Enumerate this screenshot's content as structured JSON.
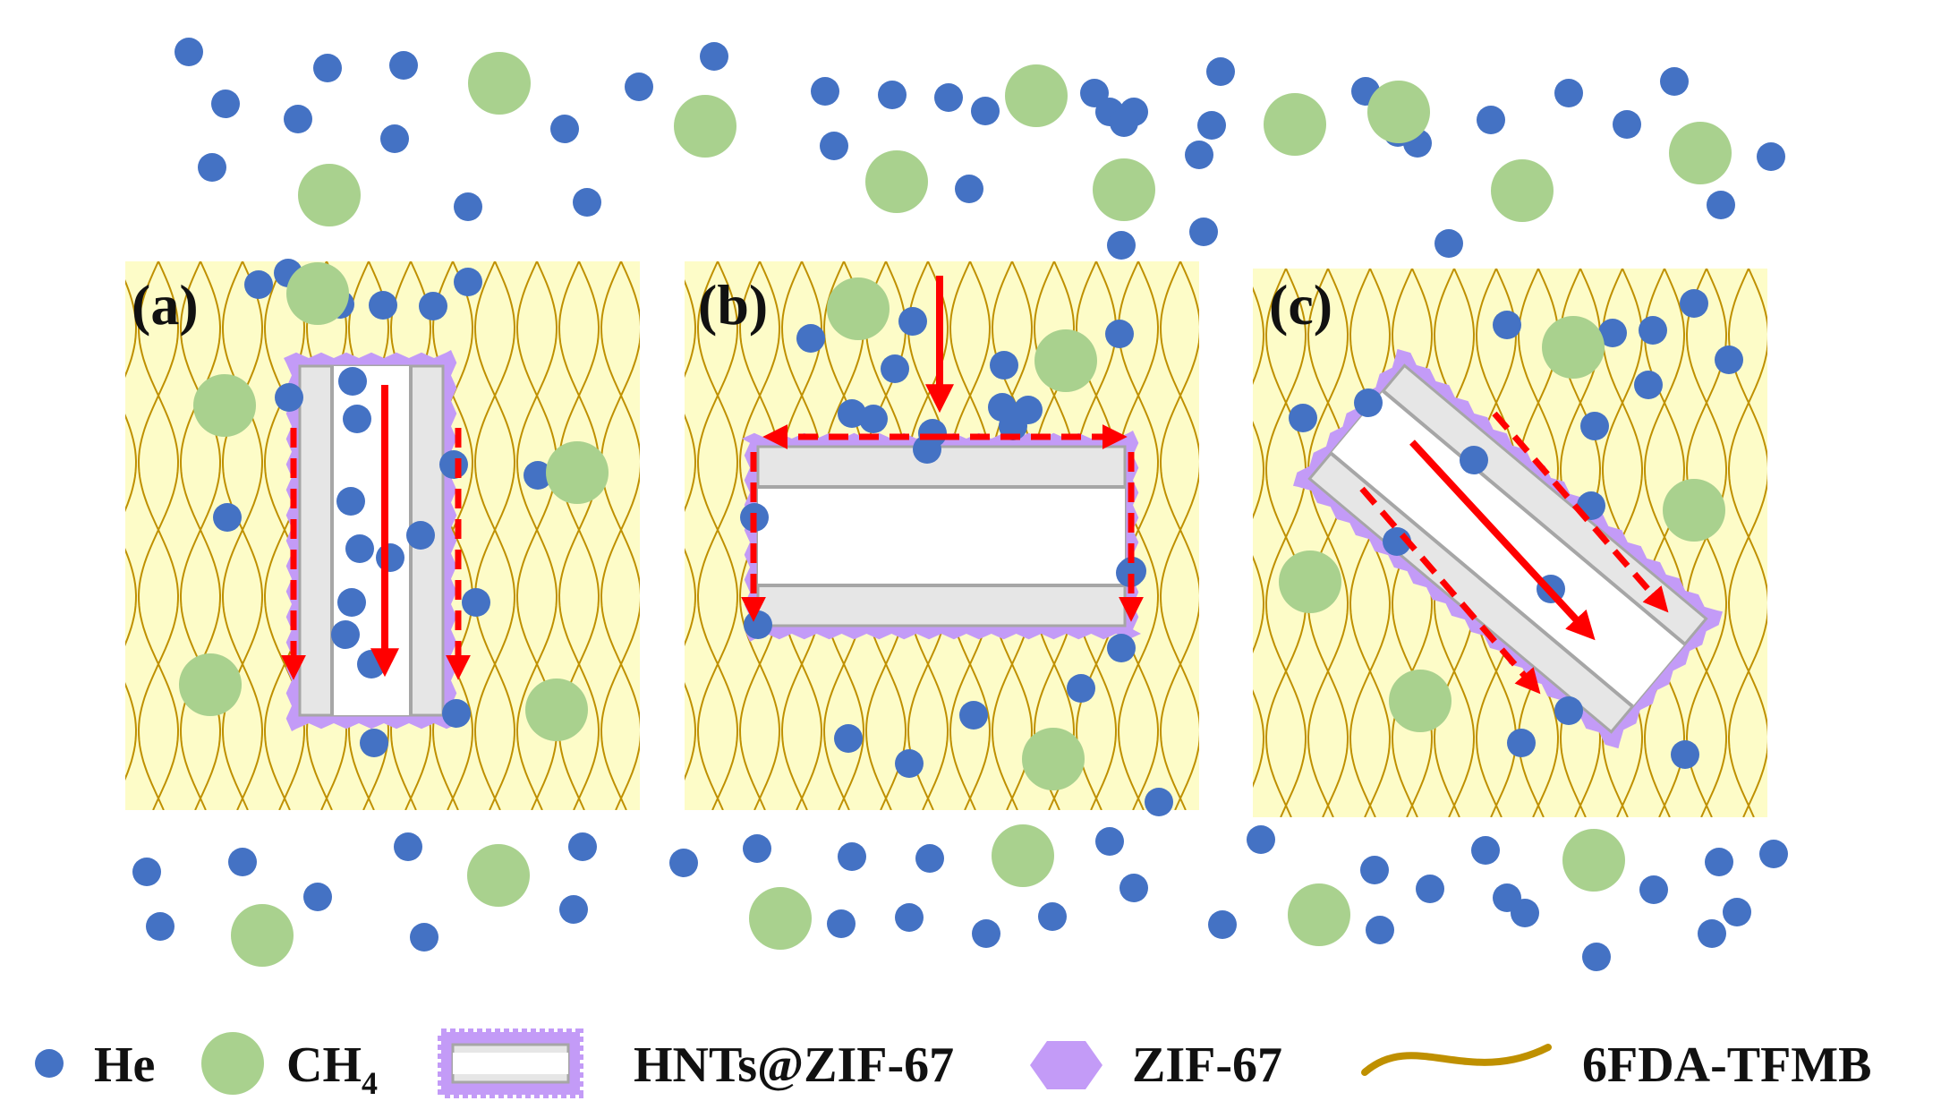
{
  "colors": {
    "he": "#4472c4",
    "ch4": "#a9d18e",
    "zif": "#c39bf7",
    "matrix_bg": "#fdfcc8",
    "polymer_line": "#bf9000",
    "arrow": "#ff0000",
    "tube_wall": "#d9d9d9",
    "tube_outline": "#a6a6a6"
  },
  "panels": [
    {
      "label": "(a)",
      "orientation": "vertical"
    },
    {
      "label": "(b)",
      "orientation": "horizontal"
    },
    {
      "label": "(c)",
      "orientation": "diagonal"
    }
  ],
  "legend": {
    "he": {
      "label": "He",
      "icon": "blue-dot-icon"
    },
    "ch4": {
      "label": "CH",
      "sub": "4",
      "icon": "green-dot-icon"
    },
    "hnts": {
      "label": "HNTs@ZIF-67",
      "icon": "nanotube-icon"
    },
    "zif": {
      "label": "ZIF-67",
      "icon": "purple-hexagon-icon"
    },
    "polymer": {
      "label": "6FDA-TFMB",
      "icon": "wavy-line-icon"
    }
  }
}
